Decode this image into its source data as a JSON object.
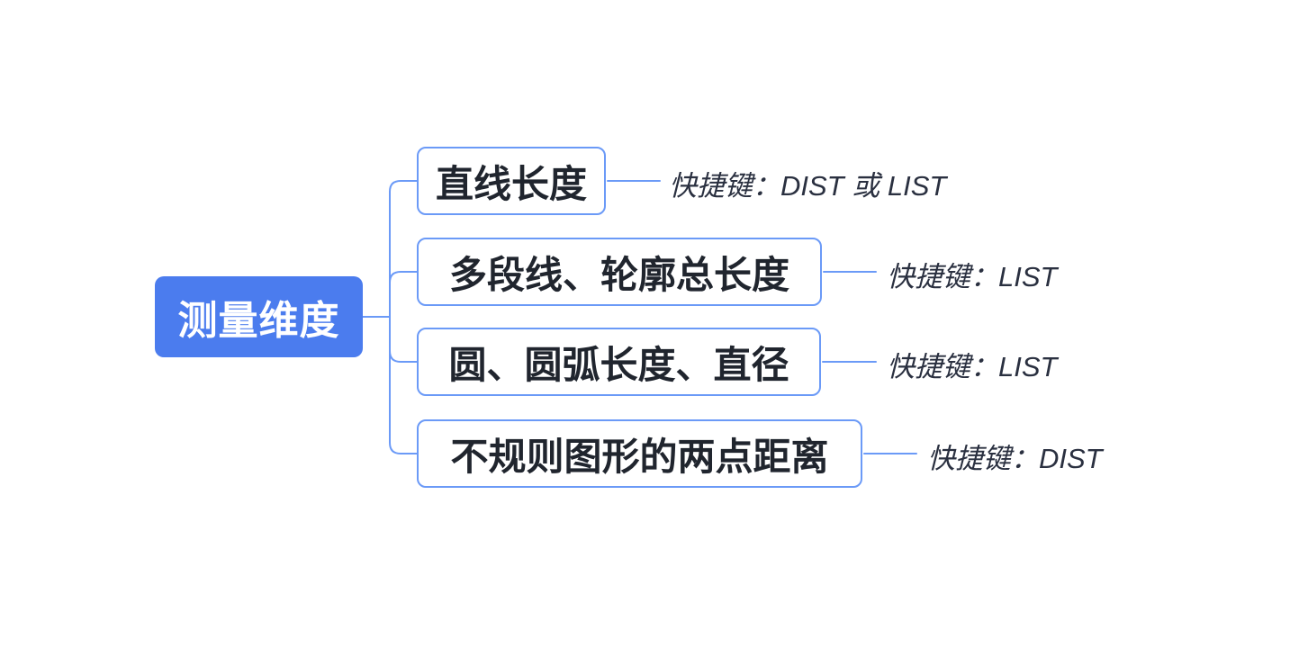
{
  "diagram": {
    "type": "mindmap",
    "root": {
      "label": "测量维度"
    },
    "children": [
      {
        "label": "直线长度",
        "note": "快捷键：DIST 或 LIST"
      },
      {
        "label": "多段线、轮廓总长度",
        "note": "快捷键：LIST"
      },
      {
        "label": "圆、圆弧长度、直径",
        "note": "快捷键：LIST"
      },
      {
        "label": "不规则图形的两点距离",
        "note": "快捷键：DIST"
      }
    ],
    "colors": {
      "root_fill": "#4b7cee",
      "root_text": "#ffffff",
      "node_border": "#6b9af7",
      "node_text": "#20252e",
      "connector": "#6b9af7",
      "note_text": "#2a3040",
      "background": "#ffffff"
    }
  }
}
